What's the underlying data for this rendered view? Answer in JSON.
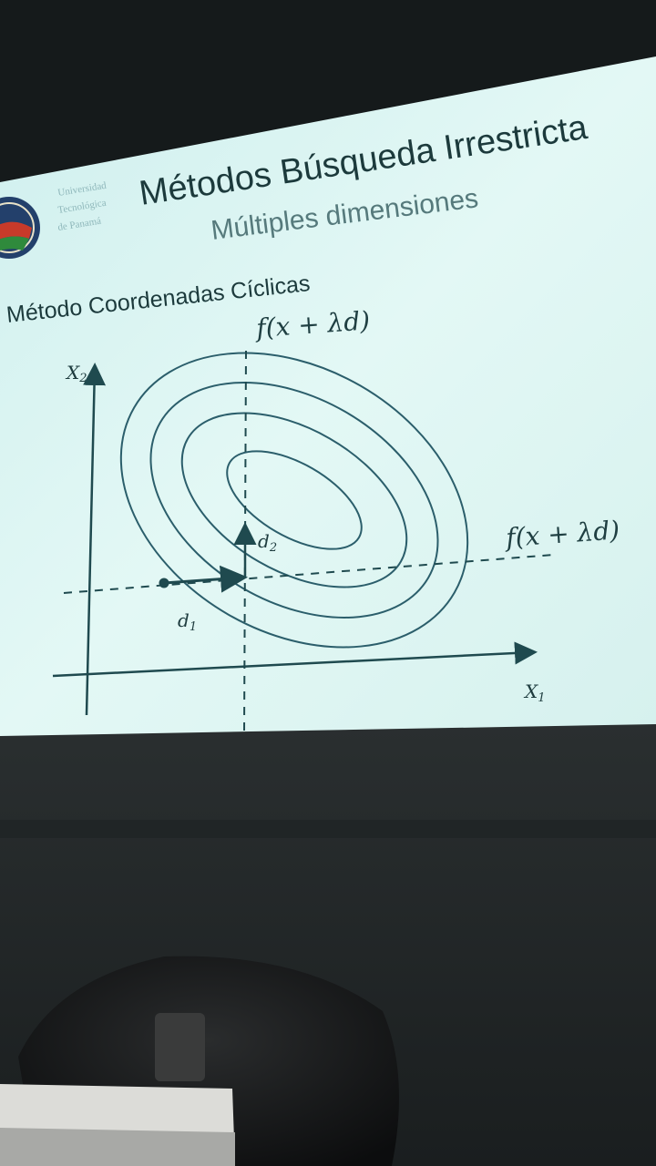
{
  "slide": {
    "title": "Métodos Búsqueda Irrestricta",
    "subtitle": "Múltiples dimensiones",
    "heading": "Método Coordenadas Cíclicas",
    "logo_lines": [
      "Universidad",
      "Tecnológica",
      "de Panamá"
    ]
  },
  "diagram": {
    "vertical_line_label": "f(x + λd)",
    "horizontal_line_label": "f(x + λd)",
    "x_axis_label": "X",
    "x_axis_subscript": "1",
    "y_axis_label": "X",
    "y_axis_subscript": "2",
    "direction_1_label": "d",
    "direction_1_subscript": "1",
    "direction_2_label": "d",
    "direction_2_subscript": "2"
  },
  "colors": {
    "screen": "#dff6f4",
    "room": "#1d2223",
    "ink": "#1f4a4f",
    "contour": "#2b5e6b"
  }
}
